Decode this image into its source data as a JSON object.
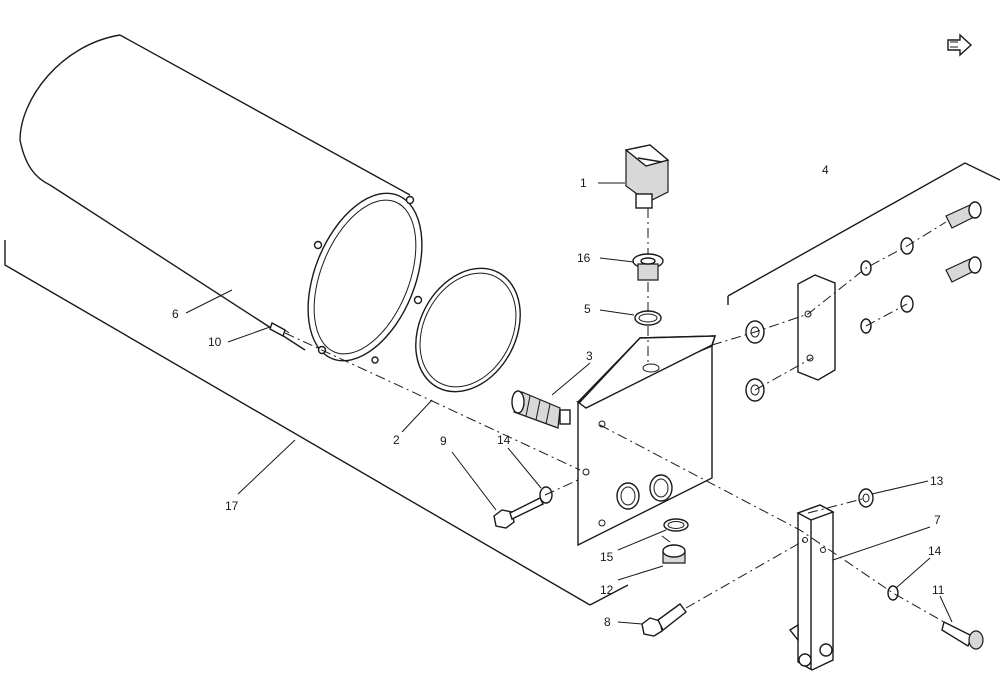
{
  "callouts": {
    "c1": "1",
    "c2": "2",
    "c3": "3",
    "c4": "4",
    "c5": "5",
    "c6": "6",
    "c7": "7",
    "c8": "8",
    "c9": "9",
    "c10": "10",
    "c11": "11",
    "c12": "12",
    "c13": "13",
    "c14a": "14",
    "c14b": "14",
    "c15": "15",
    "c16": "16",
    "c17": "17"
  },
  "icons": {
    "return": "return-arrow-icon"
  }
}
